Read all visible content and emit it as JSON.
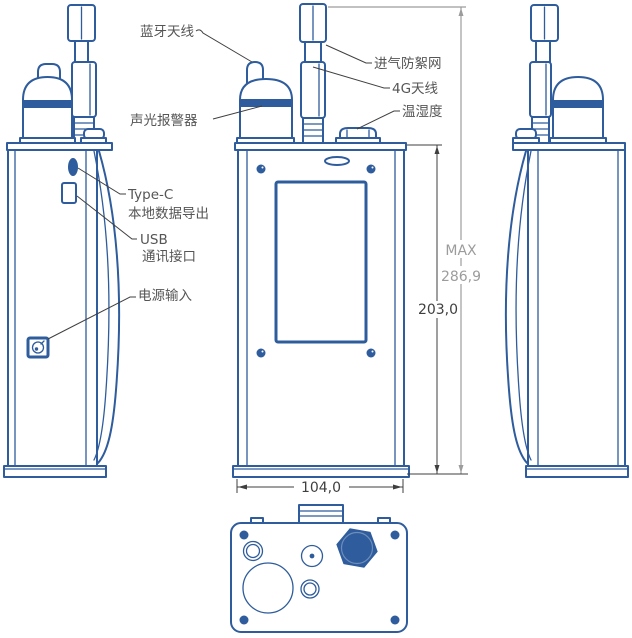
{
  "diagram": {
    "callouts": {
      "bluetooth_antenna": "蓝牙天线",
      "alarm": "声光报警器",
      "intake_mesh": "进气防絮网",
      "antenna_4g": "4G天线",
      "temp_humidity": "温湿度",
      "type_c": "Type-C",
      "type_c_desc": "本地数据导出",
      "usb": "USB",
      "usb_desc": "通讯接口",
      "power_input": "电源输入"
    },
    "dimensions": {
      "max_label": "MAX",
      "max_value": "286,9",
      "height": "203,0",
      "width": "104,0"
    },
    "colors": {
      "blue": "#2e5c9c",
      "label_gray": "#555555",
      "dim_dark": "#3f3f3f",
      "dim_gray": "#9c9c9c"
    }
  }
}
